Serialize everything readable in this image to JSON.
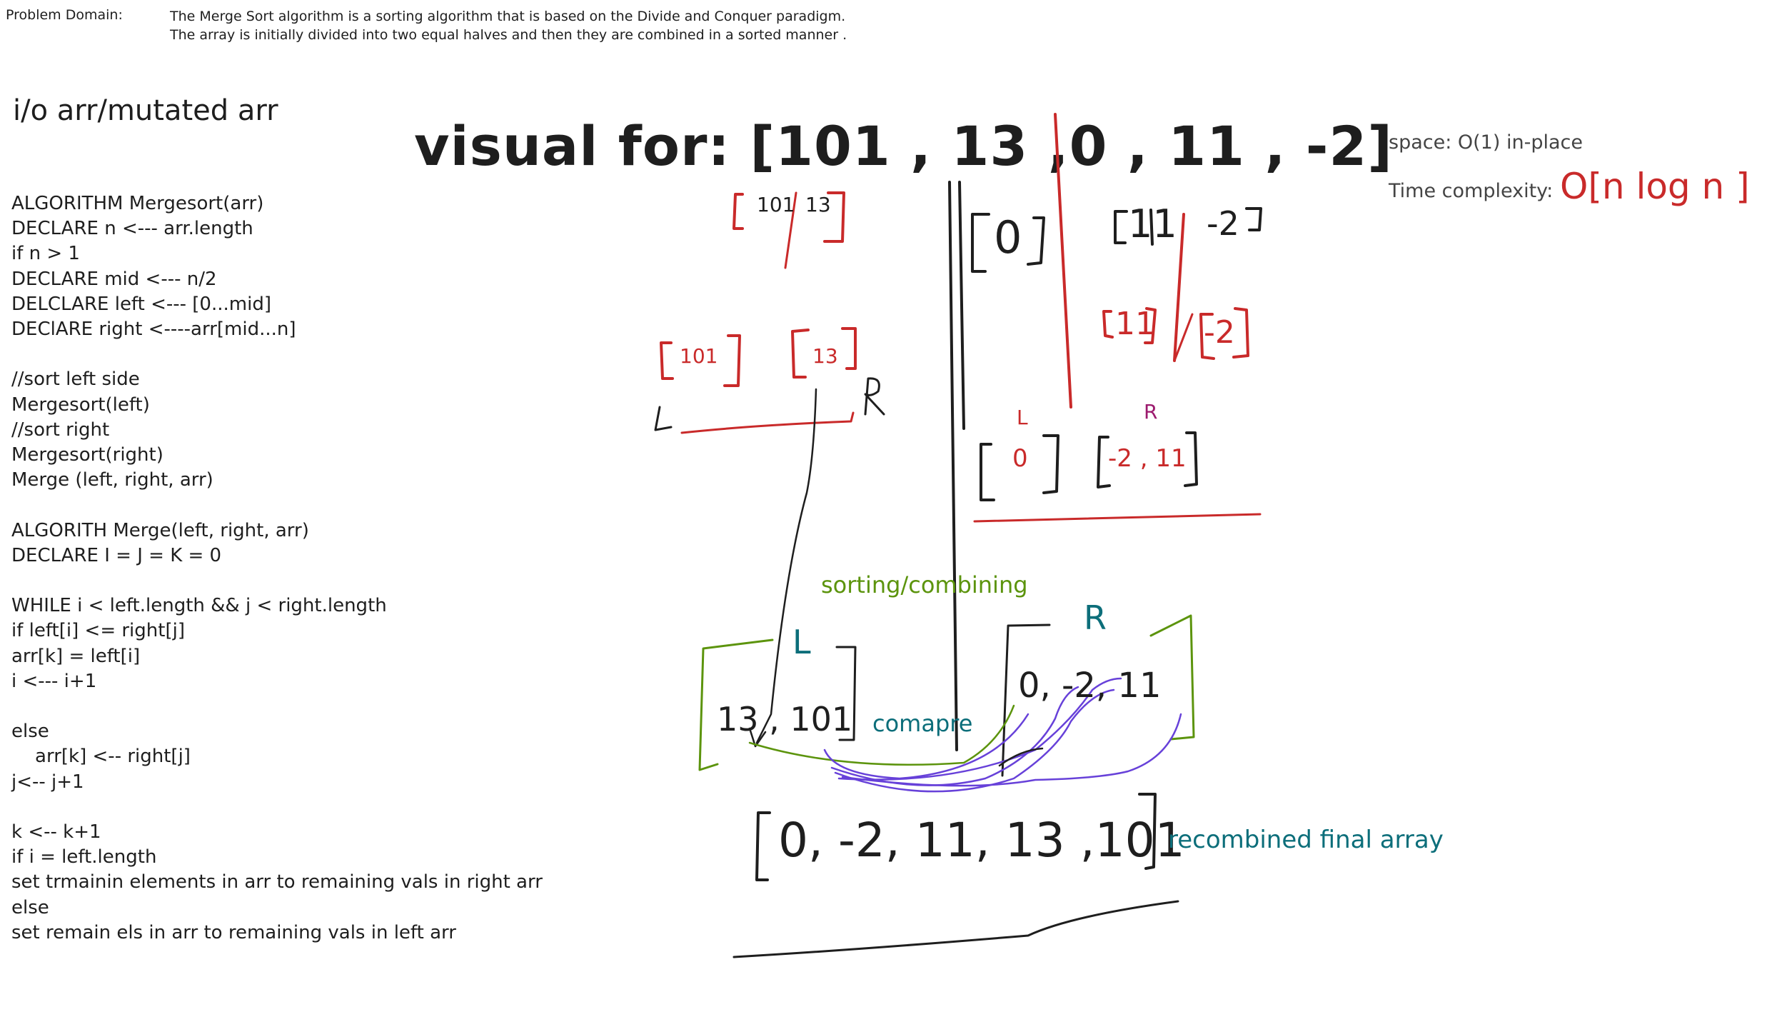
{
  "problem_domain": {
    "label": "Problem Domain:",
    "lines": [
      "The Merge Sort algorithm is a sorting algorithm that is based on the Divide and Conquer paradigm.",
      "The array is initially divided into two equal halves and then they are combined in a sorted manner ."
    ]
  },
  "io_label": "i/o arr/mutated arr",
  "title": "visual for: [101 , 13 ,0 , 11 , -2]",
  "space_complexity": "space: O(1) in-place",
  "time_complexity": {
    "label": "Time complexity:",
    "value": "O[n log n ]"
  },
  "pseudocode": [
    "ALGORITHM Mergesort(arr)",
    "DECLARE n <--- arr.length",
    "if n > 1",
    "DECLARE mid <--- n/2",
    "DELCLARE left <--- [0...mid]",
    "DEClARE right <----arr[mid...n]",
    "",
    "//sort left side",
    "Mergesort(left)",
    "//sort right",
    "Mergesort(right)",
    "Merge (left, right, arr)",
    "",
    "ALGORITH Merge(left, right, arr)",
    "DECLARE I = J = K = 0",
    "",
    "WHILE i < left.length && j < right.length",
    "if left[i] <= right[j]",
    "arr[k] = left[i]",
    "i <--- i+1",
    "",
    "else",
    "    arr[k] <-- right[j]",
    "j<-- j+1",
    "",
    "k <-- k+1",
    "if i = left.length",
    "set trmainin elements in arr to remaining vals in right arr",
    "else",
    "set remain els in arr to remaining vals in left arr"
  ],
  "diagram": {
    "split_left": {
      "a": "101",
      "b": "13"
    },
    "single_101": "101",
    "single_13": "13",
    "mark_L_small": "L",
    "mark_R_small": "R",
    "zero_block": "0",
    "right_pair": {
      "a": "11",
      "b": "-2"
    },
    "single_11": "11",
    "single_neg2": "-2",
    "mark_L_red": "L",
    "mark_R_red": "R",
    "bottom_zero": "0",
    "bottom_pair": "-2 , 11",
    "sorting_label": "sorting/combining",
    "L_label": "L",
    "R_label": "R",
    "left_sorted": "13 , 101",
    "compare_label": "comapre",
    "right_values": "0, -2, 11",
    "final_array": "0, -2, 11, 13 ,101",
    "final_label": "recombined final array"
  }
}
